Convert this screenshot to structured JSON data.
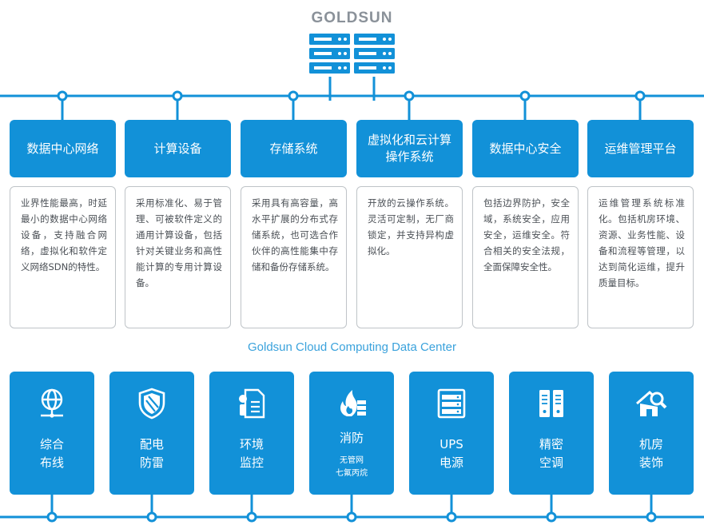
{
  "header": {
    "brand": "GOLDSUN"
  },
  "colors": {
    "primary": "#1291d8",
    "border": "#bfc4c8",
    "text": "#4a4f55",
    "caption": "#3aa2dc"
  },
  "categories": [
    {
      "title": "数据中心网络",
      "desc": "业界性能最高，时延最小的数据中心网络设备，支持融合网络，虚拟化和软件定义网络SDN的特性。"
    },
    {
      "title": "计算设备",
      "desc": "采用标准化、易于管理、可被软件定义的通用计算设备，包括针对关键业务和高性能计算的专用计算设备。"
    },
    {
      "title": "存储系统",
      "desc": "采用具有高容量，高水平扩展的分布式存储系统，也可选合作伙伴的高性能集中存储和备份存储系统。"
    },
    {
      "title": "虚拟化和云计算\n操作系统",
      "desc": "开放的云操作系统。灵活可定制，无厂商锁定，并支持异构虚拟化。"
    },
    {
      "title": "数据中心安全",
      "desc": "包括边界防护，安全域，系统安全，应用安全，运维安全。符合相关的安全法规，全面保障安全性。"
    },
    {
      "title": "运维管理平台",
      "desc": "运维管理系统标准化。包括机房环境、资源、业务性能、设备和流程等管理，以达到简化运维，提升质量目标。"
    }
  ],
  "caption": "Goldsun Cloud Computing Data Center",
  "facilities": [
    {
      "label": "综合\n布线",
      "sub": "",
      "icon": "globe-network-icon"
    },
    {
      "label": "配电\n防雷",
      "sub": "",
      "icon": "shield-icon"
    },
    {
      "label": "环境\n监控",
      "sub": "",
      "icon": "document-monitor-icon"
    },
    {
      "label": "消防",
      "sub": "无管网\n七氟丙烷",
      "icon": "fire-icon"
    },
    {
      "label": "UPS\n电源",
      "sub": "",
      "icon": "ups-rack-icon"
    },
    {
      "label": "精密\n空调",
      "sub": "",
      "icon": "air-conditioner-icon"
    },
    {
      "label": "机房\n装饰",
      "sub": "",
      "icon": "house-search-icon"
    }
  ]
}
